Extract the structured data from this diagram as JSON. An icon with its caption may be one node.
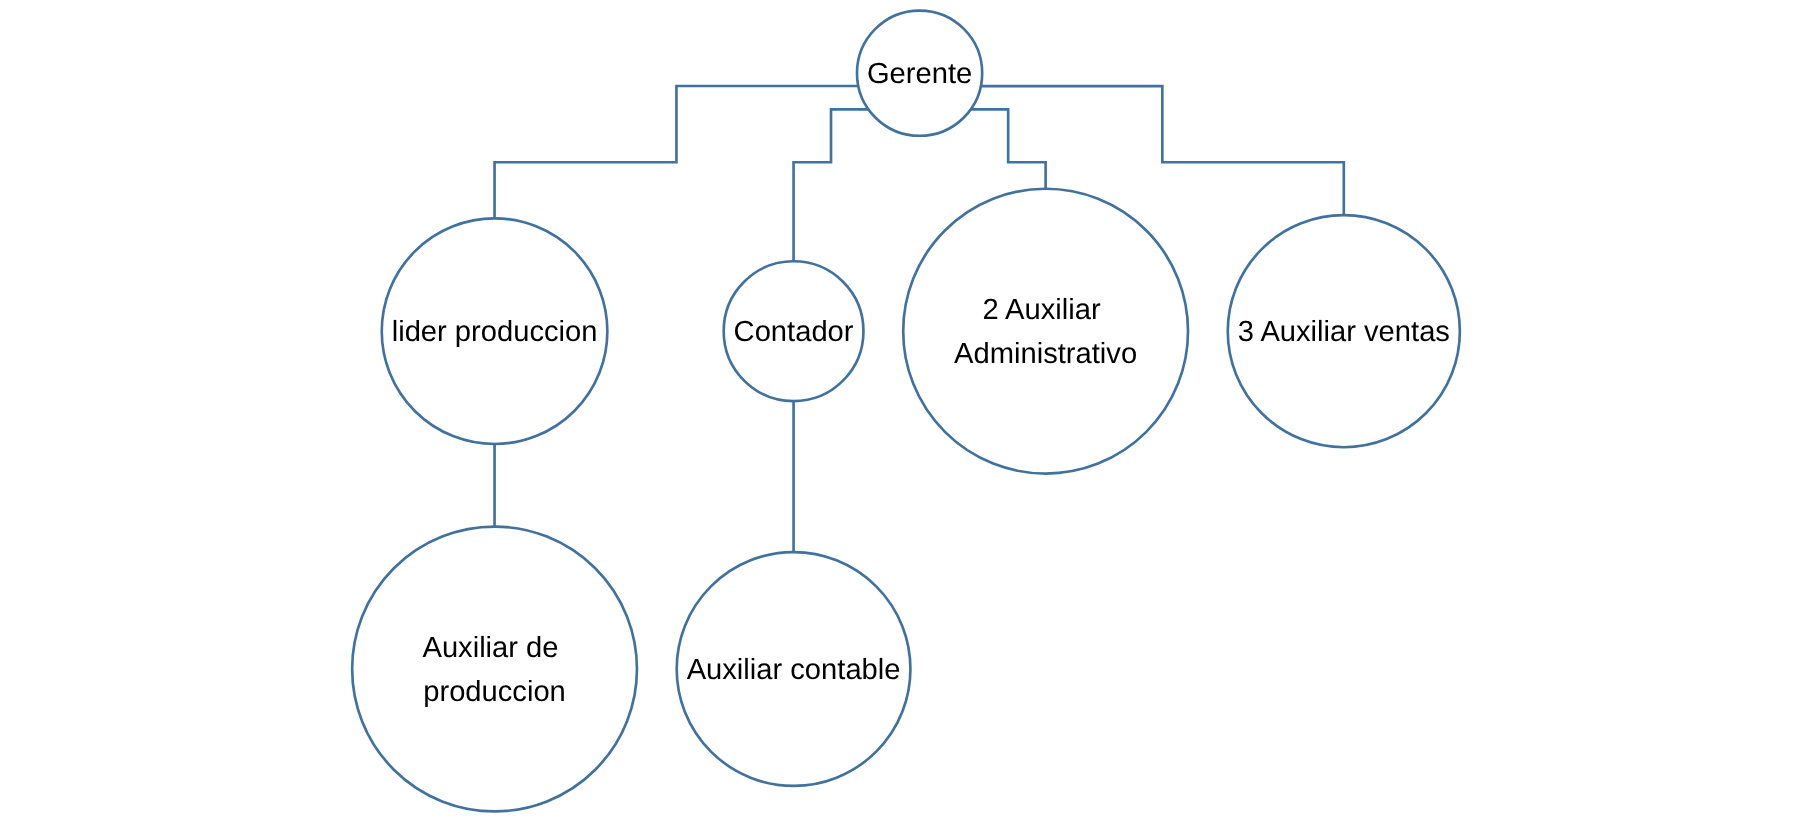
{
  "diagram": {
    "nodes": [
      {
        "text": [
          "Gerente"
        ]
      },
      {
        "text": [
          "lider produccion"
        ]
      },
      {
        "text": [
          "Contador"
        ]
      },
      {
        "text": [
          "2 Auxiliar Administrativo"
        ]
      },
      {
        "text": [
          "3 Auxiliar ventas"
        ]
      },
      {
        "text": [
          "Auxiliar de produccion"
        ]
      },
      {
        "text": [
          "Auxiliar contable"
        ]
      }
    ],
    "edges": [
      {
        "from": 0,
        "to": 1,
        "arrow": "none"
      },
      {
        "from": 0,
        "to": 2,
        "arrow": "none"
      },
      {
        "from": 0,
        "to": 3,
        "arrow": "none"
      },
      {
        "from": 0,
        "to": 4,
        "arrow": "none"
      },
      {
        "from": 1,
        "to": 5,
        "arrow": "none"
      },
      {
        "from": 2,
        "to": 6,
        "arrow": "none"
      }
    ]
  }
}
